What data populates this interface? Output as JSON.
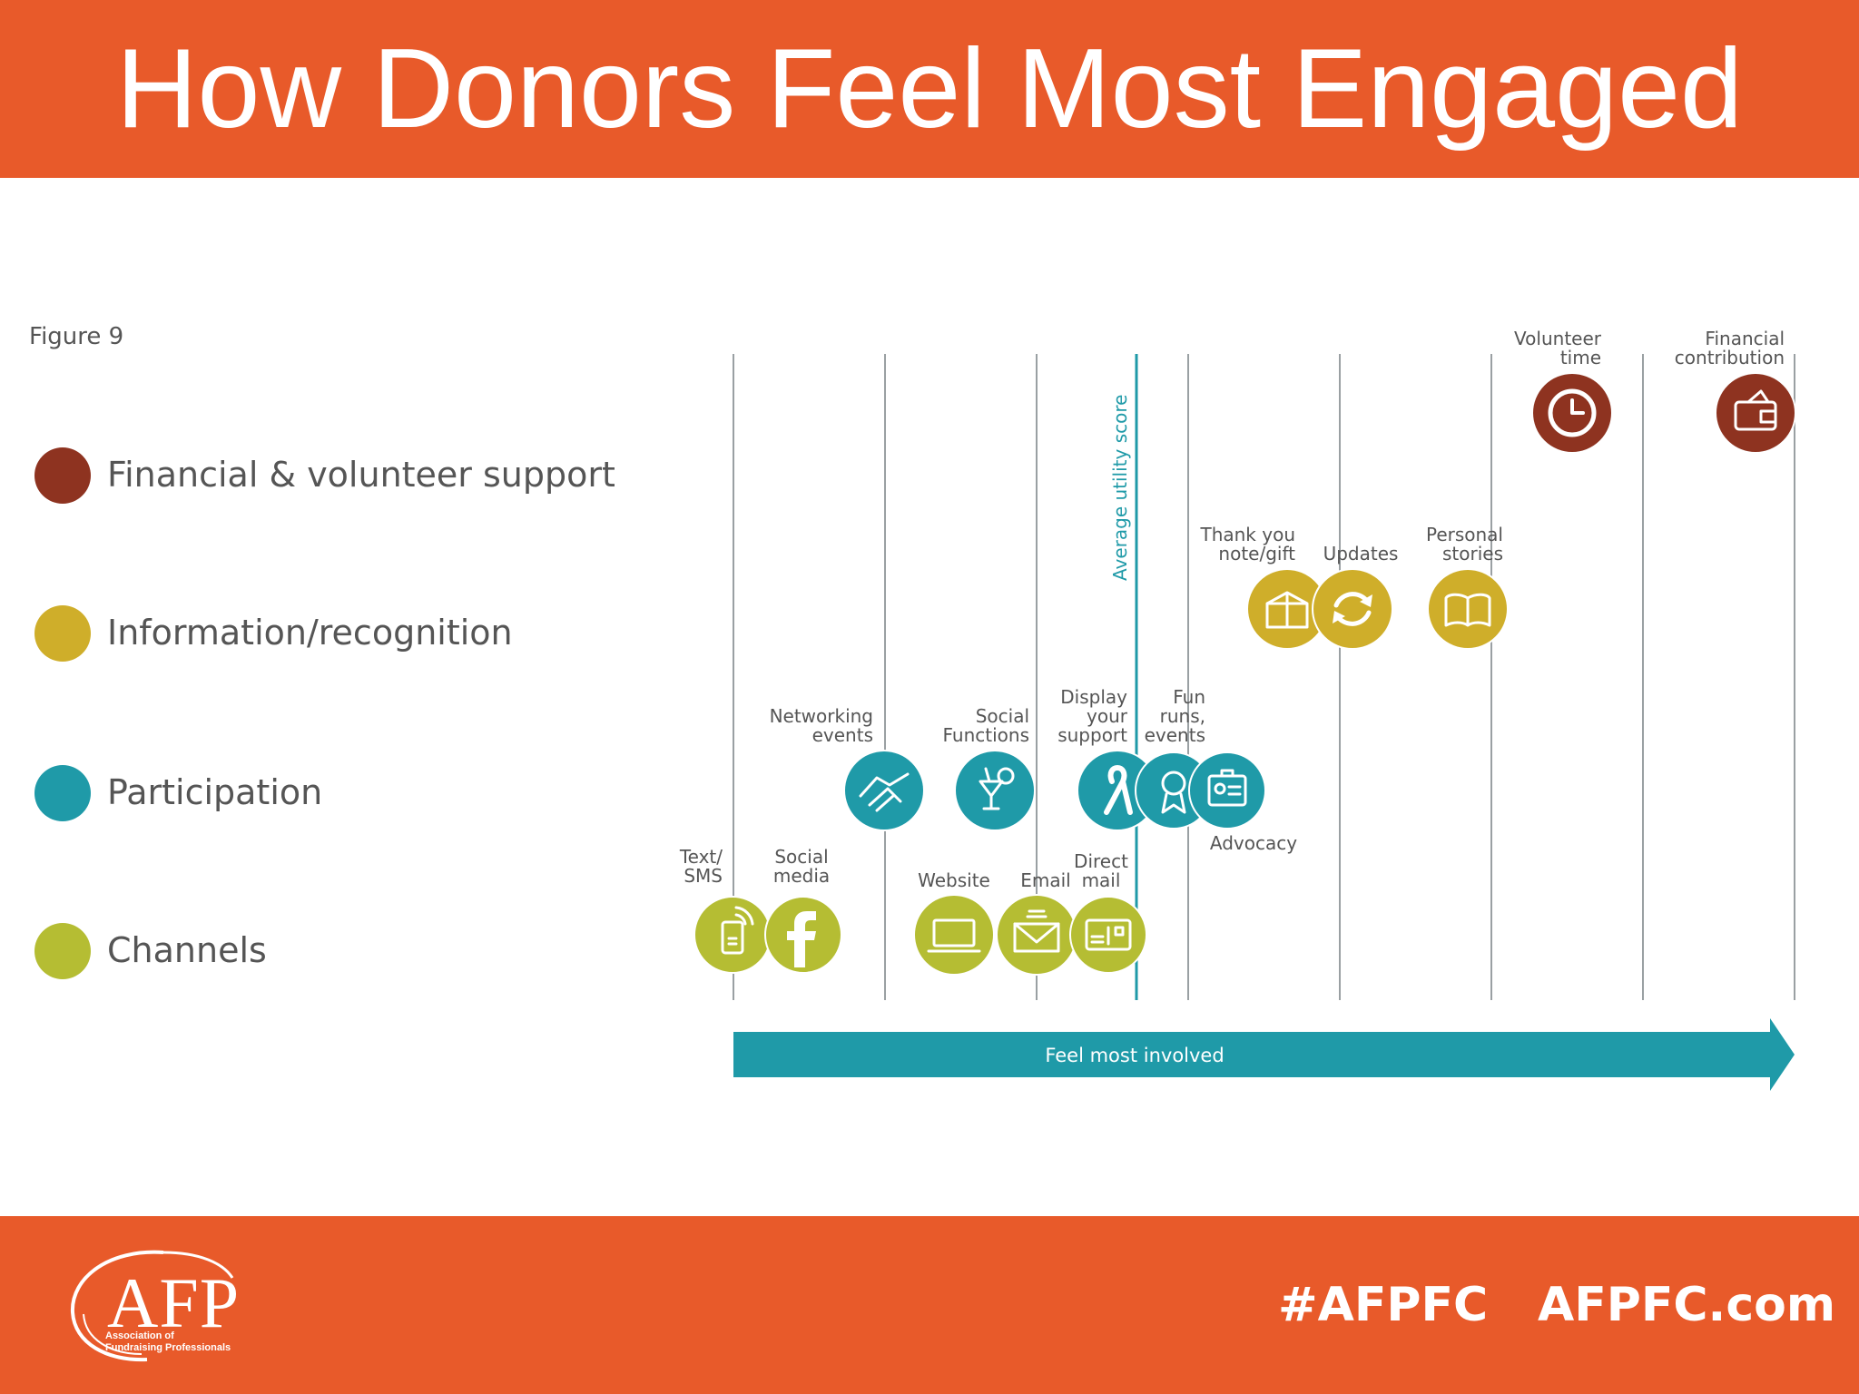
{
  "title": "How Donors Feel Most Engaged",
  "figure_label": "Figure 9",
  "colors": {
    "banner": "#e85a2a",
    "financial": "#8e3320",
    "information": "#cfae2a",
    "participation": "#1f9aa8",
    "channels": "#b5bd33"
  },
  "legend": [
    {
      "label": "Financial & volunteer support",
      "color": "#8e3320"
    },
    {
      "label": "Information/recognition",
      "color": "#cfae2a"
    },
    {
      "label": "Participation",
      "color": "#1f9aa8"
    },
    {
      "label": "Channels",
      "color": "#b5bd33"
    }
  ],
  "diagram": {
    "utility_label": "Average utility score",
    "arrow_label": "Feel most involved",
    "items": [
      {
        "label": [
          "Text/",
          "SMS"
        ],
        "category": "channels",
        "icon": "mobile-phone-icon"
      },
      {
        "label": [
          "Social",
          "media"
        ],
        "category": "channels",
        "icon": "facebook-icon"
      },
      {
        "label": [
          "Website"
        ],
        "category": "channels",
        "icon": "laptop-icon"
      },
      {
        "label": [
          "Email"
        ],
        "category": "channels",
        "icon": "envelope-icon"
      },
      {
        "label": [
          "Direct",
          "mail"
        ],
        "category": "channels",
        "icon": "postcard-icon"
      },
      {
        "label": [
          "Networking",
          "events"
        ],
        "category": "participation",
        "icon": "handshake-icon"
      },
      {
        "label": [
          "Social",
          "Functions"
        ],
        "category": "participation",
        "icon": "cocktail-icon"
      },
      {
        "label": [
          "Display",
          "your",
          "support"
        ],
        "category": "participation",
        "icon": "ribbon-icon"
      },
      {
        "label": [
          "Fun",
          "runs,",
          "events"
        ],
        "category": "participation",
        "icon": "medal-icon"
      },
      {
        "label": [
          "Advocacy"
        ],
        "category": "participation",
        "icon": "id-badge-icon"
      },
      {
        "label": [
          "Thank you",
          "note/gift"
        ],
        "category": "information",
        "icon": "gift-box-icon"
      },
      {
        "label": [
          "Updates"
        ],
        "category": "information",
        "icon": "refresh-icon"
      },
      {
        "label": [
          "Personal",
          "stories"
        ],
        "category": "information",
        "icon": "book-icon"
      },
      {
        "label": [
          "Volunteer",
          "time"
        ],
        "category": "financial",
        "icon": "clock-icon"
      },
      {
        "label": [
          "Financial",
          "contribution"
        ],
        "category": "financial",
        "icon": "wallet-icon"
      }
    ]
  },
  "footer": {
    "logo_text": "AFP",
    "logo_sub": [
      "Association of",
      "Fundraising Professionals"
    ],
    "hashtag": "#AFPFC",
    "site": "AFPFC.com"
  }
}
